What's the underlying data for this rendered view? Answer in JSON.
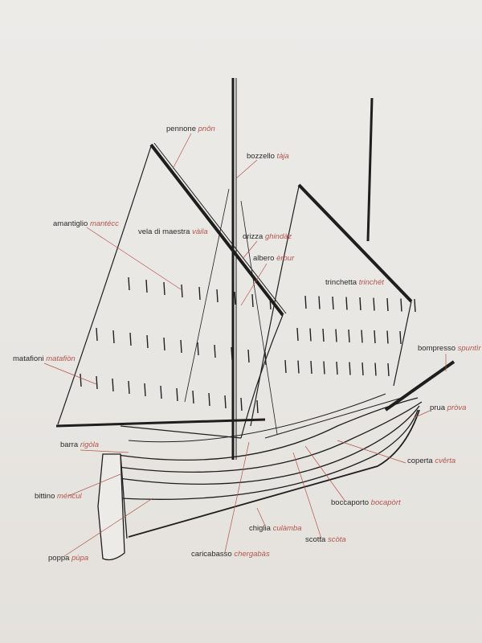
{
  "labels": [
    {
      "it": "pennone",
      "dial": "pnôn"
    },
    {
      "it": "bozzello",
      "dial": "tàja"
    },
    {
      "it": "amantiglio",
      "dial": "mantécc"
    },
    {
      "it": "vela di maestra",
      "dial": "vàila"
    },
    {
      "it": "drizza",
      "dial": "ghindàz"
    },
    {
      "it": "albero",
      "dial": "èrbur"
    },
    {
      "it": "trinchetta",
      "dial": "trinchét"
    },
    {
      "it": "matafioni",
      "dial": "matafiòn"
    },
    {
      "it": "bompresso",
      "dial": "spuntìr"
    },
    {
      "it": "prua",
      "dial": "pròva"
    },
    {
      "it": "coperta",
      "dial": "cvêrta"
    },
    {
      "it": "barra",
      "dial": "rigòla"
    },
    {
      "it": "bittino",
      "dial": "méncul"
    },
    {
      "it": "boccaporto",
      "dial": "bocapòrt"
    },
    {
      "it": "chiglia",
      "dial": "culàmba"
    },
    {
      "it": "scotta",
      "dial": "scòta"
    },
    {
      "it": "poppa",
      "dial": "pùpa"
    },
    {
      "it": "caricabasso",
      "dial": "chergabàs"
    }
  ],
  "colors": {
    "dialect": "#b4554c",
    "ink": "#1e1e1e",
    "leader": "#b4554c"
  }
}
